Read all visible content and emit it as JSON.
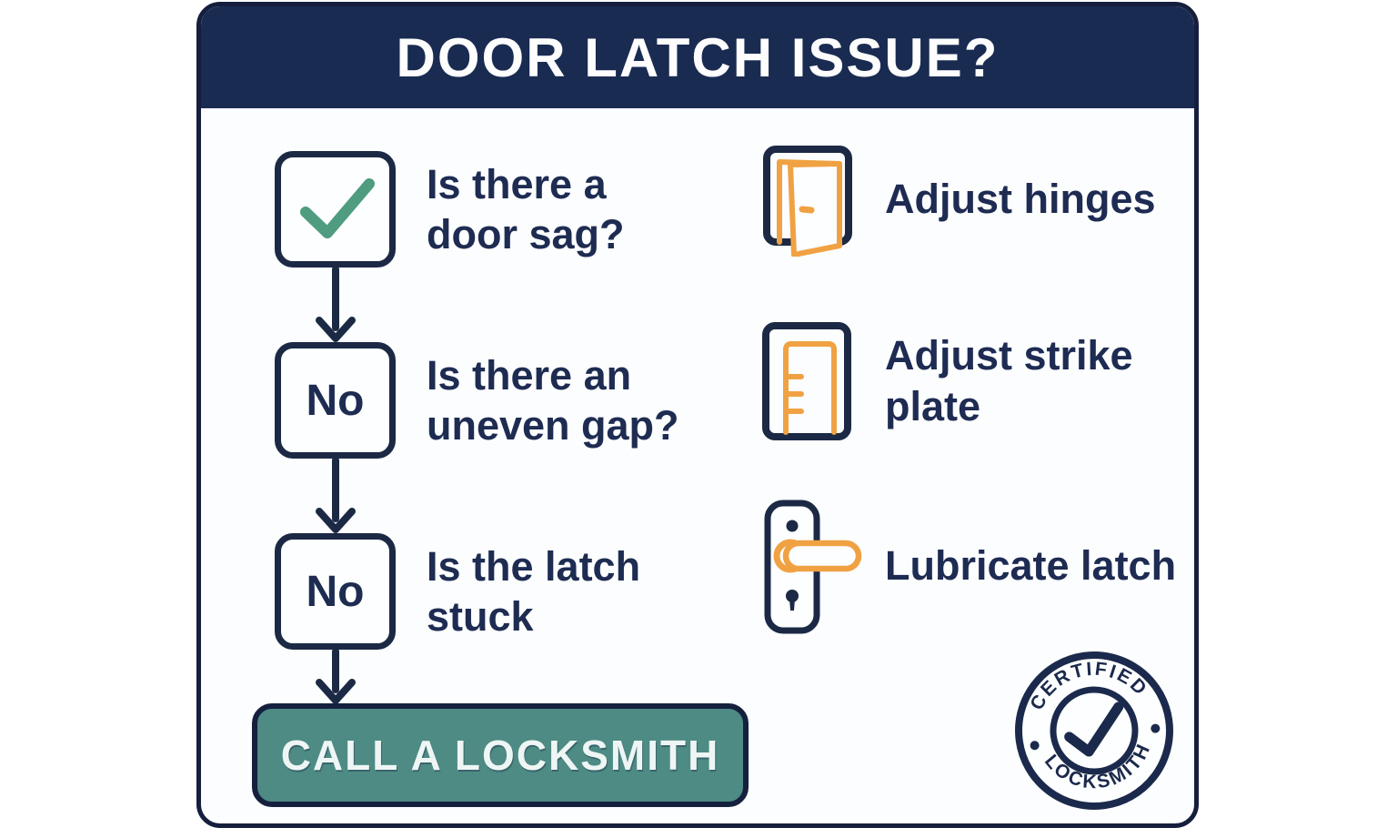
{
  "header": {
    "title": "DOOR LATCH ISSUE?"
  },
  "flowchart": {
    "steps": [
      {
        "box_icon": "checkmark-icon",
        "box_label": "",
        "question_line1": "Is there a",
        "question_line2": "door sag?"
      },
      {
        "box_icon": "",
        "box_label": "No",
        "question_line1": "Is there an",
        "question_line2": "uneven gap?"
      },
      {
        "box_icon": "",
        "box_label": "No",
        "question_line1": "Is the latch",
        "question_line2": "stuck"
      }
    ],
    "action_button": "CALL A LOCKSMITH"
  },
  "solutions": [
    {
      "icon": "open-door-icon",
      "label_line1": "Adjust hinges",
      "label_line2": ""
    },
    {
      "icon": "strike-plate-icon",
      "label_line1": "Adjust strike",
      "label_line2": "plate"
    },
    {
      "icon": "door-handle-icon",
      "label_line1": "Lubricate latch",
      "label_line2": ""
    }
  ],
  "badge": {
    "top_text": "CERTIFIED",
    "bottom_text": "LOCKSMITH",
    "center_icon": "checkmark-icon"
  },
  "colors": {
    "navy": "#1a2b52",
    "text_navy": "#1e2c52",
    "check_green": "#4f9c80",
    "button_teal": "#4d8b84",
    "icon_orange": "#f0a243",
    "background": "#ffffff"
  }
}
